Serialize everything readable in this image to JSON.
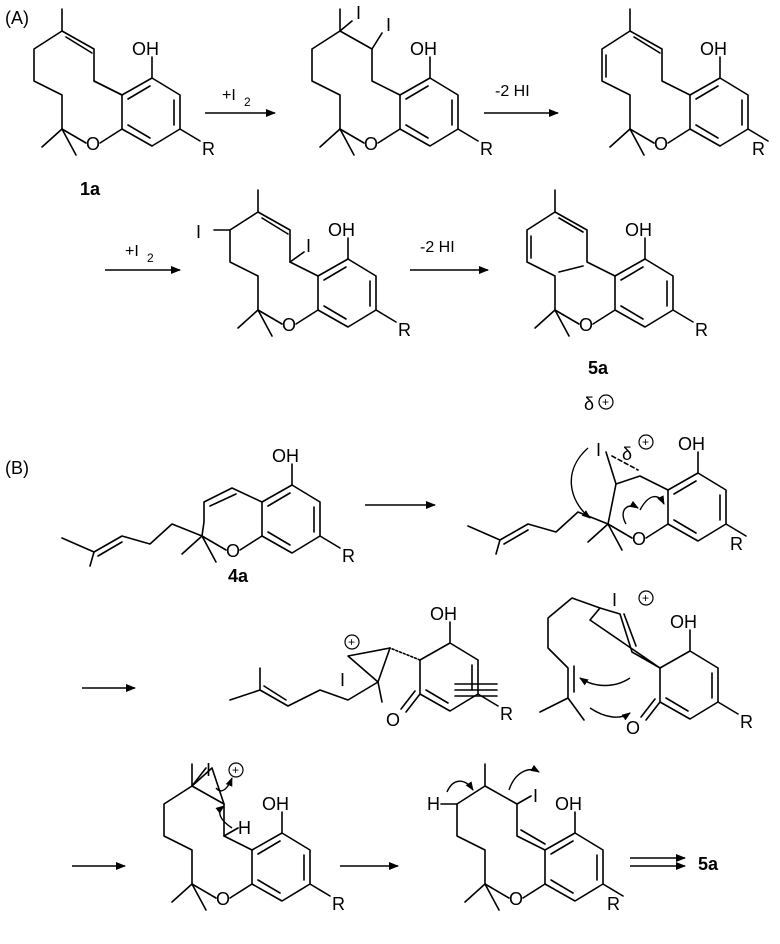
{
  "sections": {
    "a": "(A)",
    "b": "(B)"
  },
  "atoms": {
    "oh": "OH",
    "o": "O",
    "r": "R",
    "i": "I",
    "h": "H",
    "delta": "δ",
    "plus": "+"
  },
  "reagents": {
    "add_i2_prefix": "+I",
    "add_i2_sub": "2",
    "elim_hi": "-2 HI"
  },
  "compounds": {
    "c1a": "1a",
    "c5a": "5a",
    "c4a": "4a"
  }
}
